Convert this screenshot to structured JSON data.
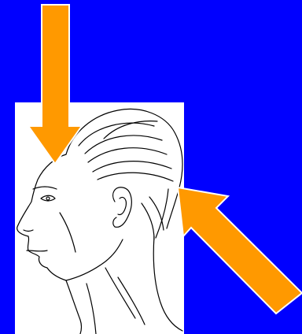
{
  "colors": {
    "background": "#0000ff",
    "panel": "#ffffff",
    "arrow_fill": "#ff9900",
    "arrow_outline": "#ffffff",
    "line_art": "#000000"
  },
  "figure": {
    "subject": "head-profile-line-drawing",
    "arrows": [
      {
        "name": "arrow-down-to-head-top",
        "direction": "down"
      },
      {
        "name": "arrow-up-left-to-back-of-head",
        "direction": "up-left"
      }
    ]
  }
}
